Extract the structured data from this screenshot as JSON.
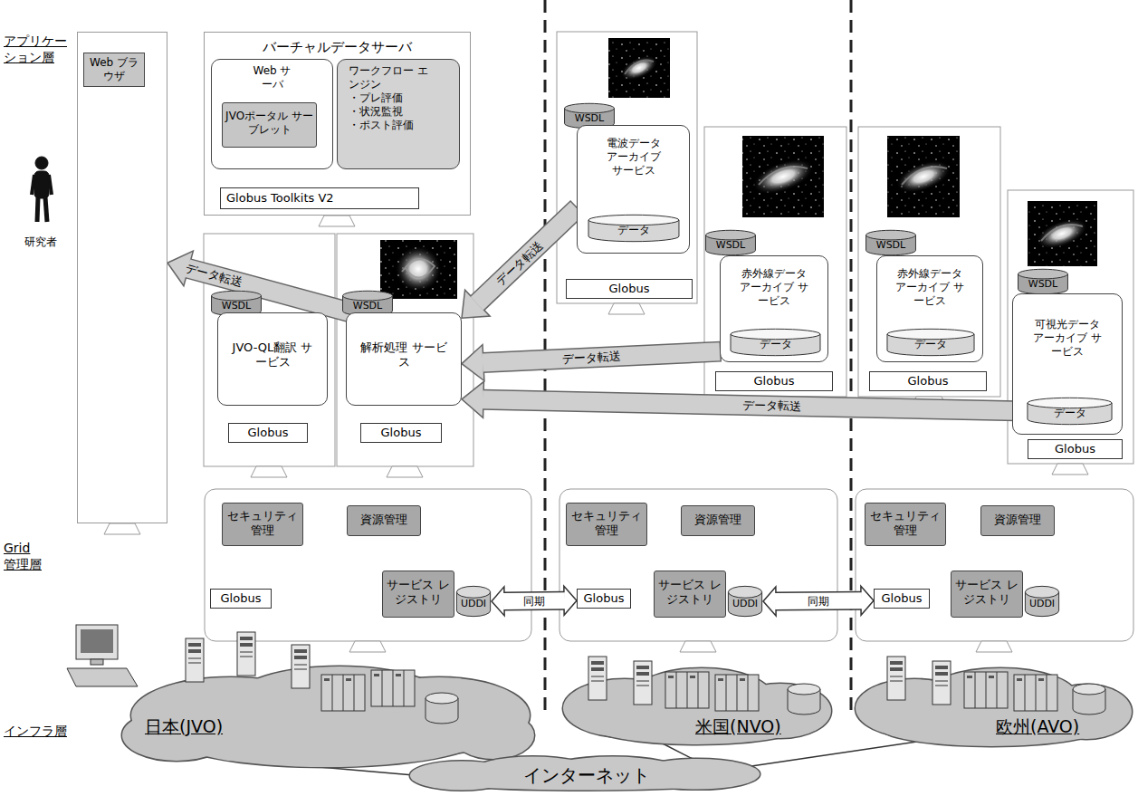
{
  "diagram": {
    "nodes": [
      {
        "text": [
          "Web ブラウザ"
        ]
      },
      {
        "text": [
          "バーチャルデータサーバ"
        ]
      },
      {
        "text": [
          "Web サーバ"
        ],
        "in": 1
      },
      {
        "text": [
          "JVOポータル サーブレット"
        ],
        "in": 2
      },
      {
        "text": [
          "ワークフロー エンジン",
          "・プレ評価",
          "・状況監視",
          "・ポスト評価"
        ],
        "in": 1
      },
      {
        "text": [
          "Globus Toolkits V2"
        ],
        "in": 1
      },
      {
        "text": [
          "WSDL"
        ]
      },
      {
        "text": [
          "JVO-QL翻訳 サービス"
        ]
      },
      {
        "text": [
          "Globus"
        ]
      },
      {
        "text": [
          "WSDL"
        ]
      },
      {
        "text": [
          "解析処理 サービス"
        ]
      },
      {
        "text": [
          "Globus"
        ]
      },
      {
        "text": [
          "WSDL"
        ]
      },
      {
        "text": [
          "電波データ アーカイブ サービス"
        ]
      },
      {
        "text": [
          "データ"
        ],
        "in": 13
      },
      {
        "text": [
          "Globus"
        ]
      },
      {
        "text": [
          "WSDL"
        ]
      },
      {
        "text": [
          "赤外線データ アーカイブ サービス"
        ]
      },
      {
        "text": [
          "データ"
        ],
        "in": 17
      },
      {
        "text": [
          "Globus"
        ]
      },
      {
        "text": [
          "WSDL"
        ]
      },
      {
        "text": [
          "赤外線データ アーカイブ サービス"
        ]
      },
      {
        "text": [
          "データ"
        ],
        "in": 21
      },
      {
        "text": [
          "Globus"
        ]
      },
      {
        "text": [
          "WSDL"
        ]
      },
      {
        "text": [
          "可視光データ アーカイブ サービス"
        ]
      },
      {
        "text": [
          "データ"
        ],
        "in": 25
      },
      {
        "text": [
          "Globus"
        ]
      },
      {
        "text": [
          "セキュリティ 管理"
        ]
      },
      {
        "text": [
          "資源管理"
        ]
      },
      {
        "text": [
          "Globus"
        ]
      },
      {
        "text": [
          "サービス レジストリ"
        ]
      },
      {
        "text": [
          "UDDI"
        ]
      },
      {
        "text": [
          "セキュリティ 管理"
        ]
      },
      {
        "text": [
          "資源管理"
        ]
      },
      {
        "text": [
          "Globus"
        ]
      },
      {
        "text": [
          "サービス レジストリ"
        ]
      },
      {
        "text": [
          "UDDI"
        ]
      },
      {
        "text": [
          "セキュリティ 管理"
        ]
      },
      {
        "text": [
          "資源管理"
        ]
      },
      {
        "text": [
          "Globus"
        ]
      },
      {
        "text": [
          "サービス レジストリ"
        ]
      },
      {
        "text": [
          "UDDI"
        ]
      },
      {
        "text": [
          "インターネット"
        ]
      }
    ],
    "edges": [
      {
        "from": 10,
        "to": 0,
        "arrow": "to",
        "label": "データ転送"
      },
      {
        "from": 13,
        "to": 10,
        "arrow": "to",
        "label": "データ転送"
      },
      {
        "from": 17,
        "to": 10,
        "arrow": "to",
        "label": "データ転送"
      },
      {
        "from": 26,
        "to": 10,
        "arrow": "to",
        "label": "データ転送"
      },
      {
        "from": 32,
        "to": 35,
        "arrow": "both",
        "label": "同期"
      },
      {
        "from": 37,
        "to": 40,
        "arrow": "both",
        "label": "同期"
      }
    ],
    "labels": [
      "アプリケーション層",
      "研究者",
      "Grid 管理層",
      "インフラ層",
      "日本(JVO)",
      "米国(NVO)",
      "欧州(AVO)"
    ]
  }
}
